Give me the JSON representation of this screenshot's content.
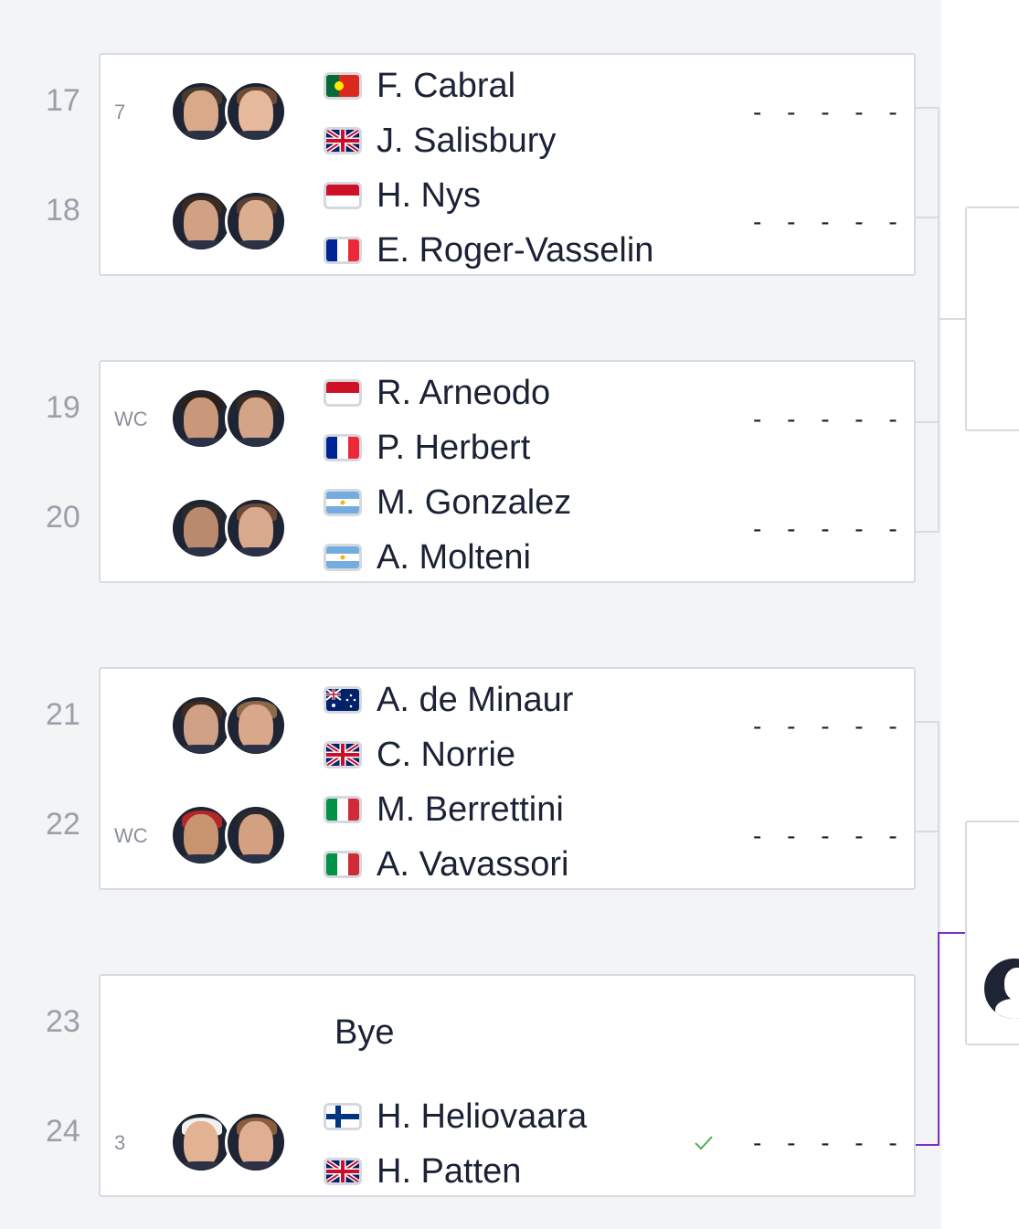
{
  "colors": {
    "background": "#f3f4f6",
    "card": "#ffffff",
    "border": "#d7dbe1",
    "text": "#1b2236",
    "muted": "#9aa0aa",
    "winner_line": "#7b2fc9",
    "check": "#4caf50"
  },
  "rows": [
    "17",
    "18",
    "19",
    "20",
    "21",
    "22",
    "23",
    "24"
  ],
  "matches": [
    {
      "teams": [
        {
          "seed": "7",
          "players": [
            {
              "name": "F. Cabral",
              "flag": "portugal-flag"
            },
            {
              "name": "J. Salisbury",
              "flag": "uk-flag"
            }
          ],
          "score": "- - - - -"
        },
        {
          "seed": "",
          "players": [
            {
              "name": "H. Nys",
              "flag": "monaco-flag"
            },
            {
              "name": "E. Roger-Vasselin",
              "flag": "france-flag"
            }
          ],
          "score": "- - - - -"
        }
      ]
    },
    {
      "teams": [
        {
          "seed": "WC",
          "players": [
            {
              "name": "R. Arneodo",
              "flag": "monaco-flag"
            },
            {
              "name": "P. Herbert",
              "flag": "france-flag"
            }
          ],
          "score": "- - - - -"
        },
        {
          "seed": "",
          "players": [
            {
              "name": "M. Gonzalez",
              "flag": "argentina-flag"
            },
            {
              "name": "A. Molteni",
              "flag": "argentina-flag"
            }
          ],
          "score": "- - - - -"
        }
      ]
    },
    {
      "teams": [
        {
          "seed": "",
          "players": [
            {
              "name": "A. de Minaur",
              "flag": "australia-flag"
            },
            {
              "name": "C. Norrie",
              "flag": "uk-flag"
            }
          ],
          "score": "- - - - -"
        },
        {
          "seed": "WC",
          "players": [
            {
              "name": "M. Berrettini",
              "flag": "italy-flag"
            },
            {
              "name": "A. Vavassori",
              "flag": "italy-flag"
            }
          ],
          "score": "- - - - -"
        }
      ]
    },
    {
      "bye_label": "Bye",
      "teams": [
        {
          "seed": "3",
          "players": [
            {
              "name": "H. Heliovaara",
              "flag": "finland-flag"
            },
            {
              "name": "H. Patten",
              "flag": "uk-flag"
            }
          ],
          "score": "- - - - -",
          "winner_icon": "check-icon"
        }
      ]
    }
  ]
}
